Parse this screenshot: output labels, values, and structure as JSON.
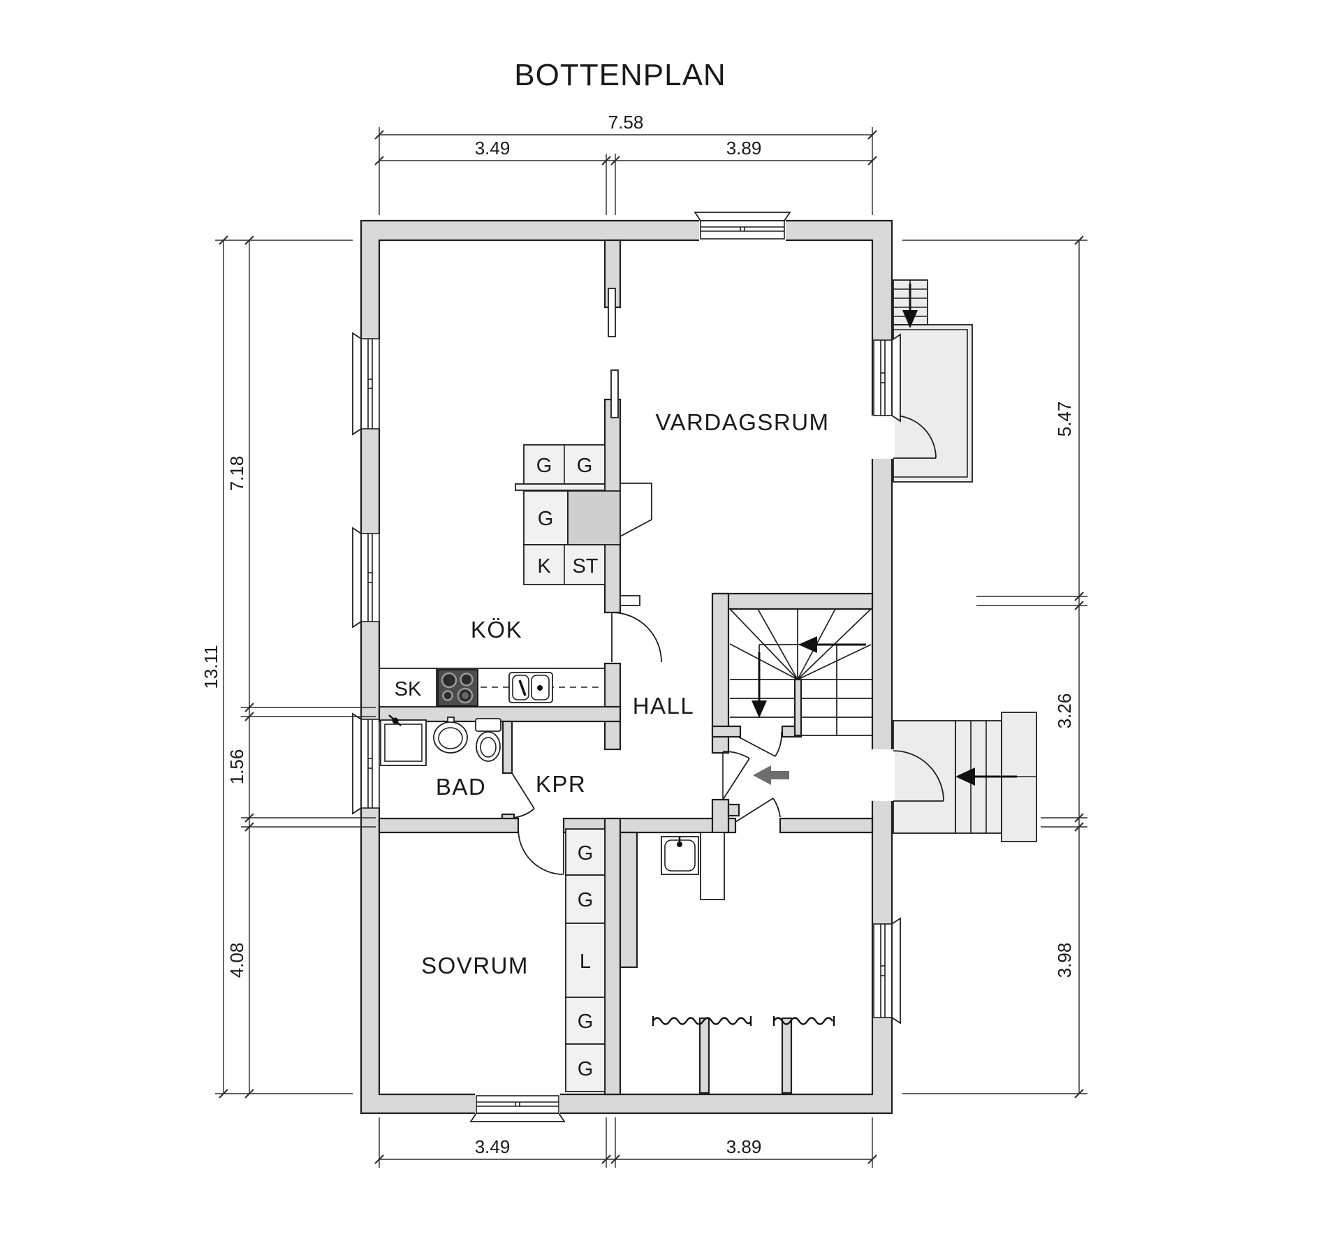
{
  "title": "BOTTENPLAN",
  "rooms": {
    "living_room": "VARDAGSRUM",
    "kitchen": "KÖK",
    "hall": "HALL",
    "bathroom": "BAD",
    "closet_room": "KPR",
    "bedroom": "SOVRUM"
  },
  "cabinets": {
    "wardrobe": "G",
    "linen": "L",
    "fridge": "K",
    "tall": "ST",
    "cleaning": "SK"
  },
  "dimensions": {
    "overall_width": "7.58",
    "width_left": "3.49",
    "width_right": "3.89",
    "overall_height": "13.11",
    "left_top": "7.18",
    "left_middle": "1.56",
    "left_bottom": "4.08",
    "right_top": "5.47",
    "right_middle": "3.26",
    "right_bottom": "3.98"
  },
  "colors": {
    "wall": "#d9d9d9",
    "chimney": "#cfcfcf",
    "porch": "#ececec",
    "cabinet": "#f1f1f1",
    "arrow": "#6e6e6e"
  }
}
